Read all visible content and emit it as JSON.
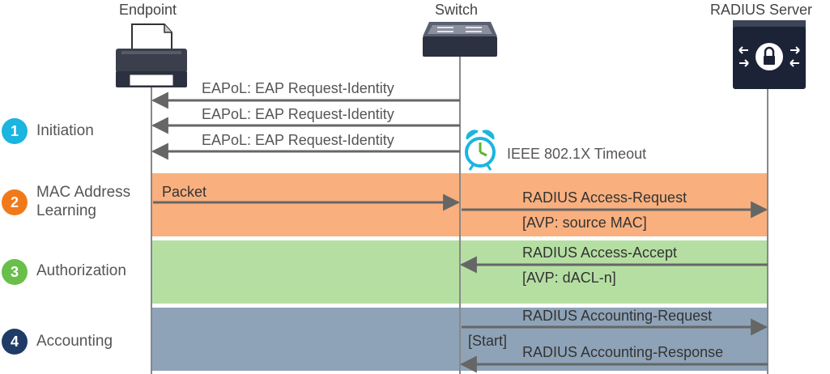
{
  "actors": {
    "endpoint": "Endpoint",
    "switch": "Switch",
    "radius": "RADIUS Server"
  },
  "steps": [
    {
      "num": "1",
      "label": "Initiation",
      "color": "#1ab5e0"
    },
    {
      "num": "2",
      "label": "MAC Address\nLearning",
      "color": "#f07a1a",
      "band_color": "#f9b07e"
    },
    {
      "num": "3",
      "label": "Authorization",
      "color": "#6abf4b",
      "band_color": "#b5dfa2"
    },
    {
      "num": "4",
      "label": "Accounting",
      "color": "#1f3c66",
      "band_color": "#8ea3b7"
    }
  ],
  "messages": {
    "eapol1": "EAPoL: EAP Request-Identity",
    "eapol2": "EAPoL: EAP Request-Identity",
    "eapol3": "EAPoL: EAP Request-Identity",
    "timeout": "IEEE 802.1X Timeout",
    "packet": "Packet",
    "access_request": "RADIUS Access-Request",
    "avp_mac": "[AVP: source MAC]",
    "access_accept": "RADIUS Access-Accept",
    "avp_dacl": "[AVP: dACL-n]",
    "acct_request": "RADIUS Accounting-Request",
    "start": "[Start]",
    "acct_response": "RADIUS Accounting-Response"
  },
  "icons": {
    "endpoint": "printer-icon",
    "switch": "network-switch-icon",
    "radius": "radius-server-lock-icon",
    "timeout": "alarm-clock-icon"
  },
  "colors": {
    "arrow": "#666666",
    "lifeline": "#888888",
    "clock": "#1ab5e0",
    "clock_hand": "#5cb531",
    "server": "#1c2337",
    "switch": "#2b3140"
  }
}
